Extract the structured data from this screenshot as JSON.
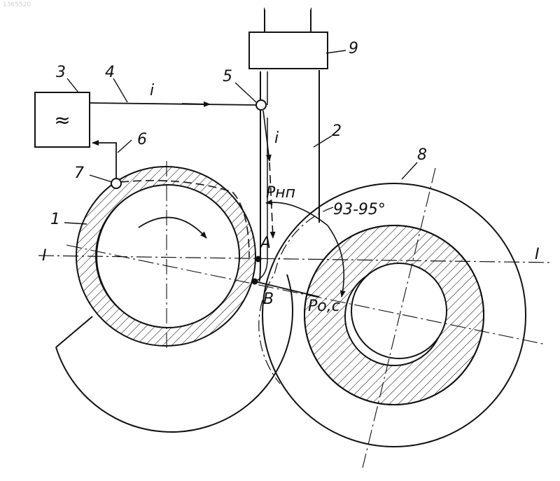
{
  "watermark": "1365520",
  "source_box_symbol": "≈",
  "labels": {
    "n1": "1",
    "n2": "2",
    "n3": "3",
    "n4": "4",
    "n5": "5",
    "n6": "6",
    "n7": "7",
    "n8": "8",
    "n9": "9",
    "current_top": "i",
    "current_side": "i",
    "force_np": "Pнп",
    "force_os": "Pо,с",
    "angle": "93-95°",
    "point_a": "A",
    "point_b": "B",
    "axis_left": "I",
    "axis_right": "I"
  },
  "colors": {
    "ink": "#111111",
    "paper": "#ffffff"
  }
}
